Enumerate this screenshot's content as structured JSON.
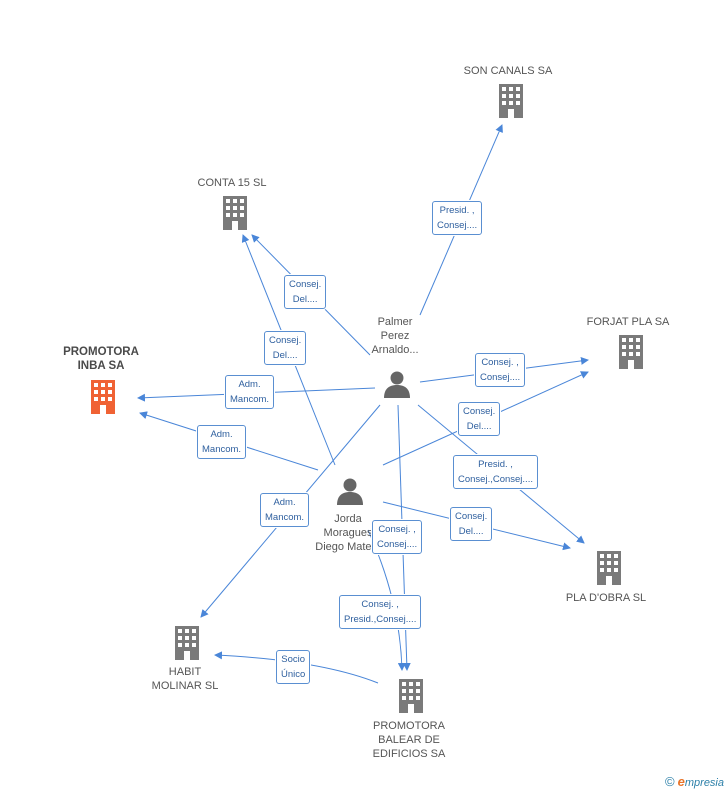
{
  "colors": {
    "company": "#7a7a7a",
    "main_company": "#f06234",
    "person": "#666666",
    "edge": "#4a86d8"
  },
  "nodes": {
    "promotora_inba": {
      "label": "PROMOTORA\nINBA SA",
      "icon": "building-icon"
    },
    "conta15": {
      "label": "CONTA 15 SL",
      "icon": "building-icon"
    },
    "son_canals": {
      "label": "SON CANALS SA",
      "icon": "building-icon"
    },
    "forjat": {
      "label": "FORJAT PLA SA",
      "icon": "building-icon"
    },
    "pla_dobra": {
      "label": "PLA D'OBRA SL",
      "icon": "building-icon"
    },
    "habit": {
      "label": "HABIT\nMOLINAR SL",
      "icon": "building-icon"
    },
    "promotora_balear": {
      "label": "PROMOTORA\nBALEAR DE\nEDIFICIOS SA",
      "icon": "building-icon"
    },
    "palmer": {
      "label": "Palmer\nPerez\nArnaldo...",
      "icon": "person-icon"
    },
    "jorda": {
      "label": "Jorda\nMoragues\nDiego Mate...",
      "icon": "person-icon"
    }
  },
  "relations": [
    {
      "id": "r1",
      "text": "Presid. ,\nConsej...."
    },
    {
      "id": "r2",
      "text": "Consej.\nDel...."
    },
    {
      "id": "r3",
      "text": "Consej.\nDel...."
    },
    {
      "id": "r4",
      "text": "Adm.\nMancom."
    },
    {
      "id": "r5",
      "text": "Adm.\nMancom."
    },
    {
      "id": "r6",
      "text": "Consej. ,\nConsej...."
    },
    {
      "id": "r7",
      "text": "Consej.\nDel...."
    },
    {
      "id": "r8",
      "text": "Presid. ,\nConsej.,Consej...."
    },
    {
      "id": "r9",
      "text": "Adm.\nMancom."
    },
    {
      "id": "r10",
      "text": "Consej.\nDel...."
    },
    {
      "id": "r11",
      "text": "Consej. ,\nConsej...."
    },
    {
      "id": "r12",
      "text": "Consej. ,\nPresid.,Consej...."
    },
    {
      "id": "r13",
      "text": "Socio\nÚnico"
    }
  ],
  "footer": {
    "copyright": "©",
    "brand_e": "e",
    "brand_rest": "mpresia"
  }
}
